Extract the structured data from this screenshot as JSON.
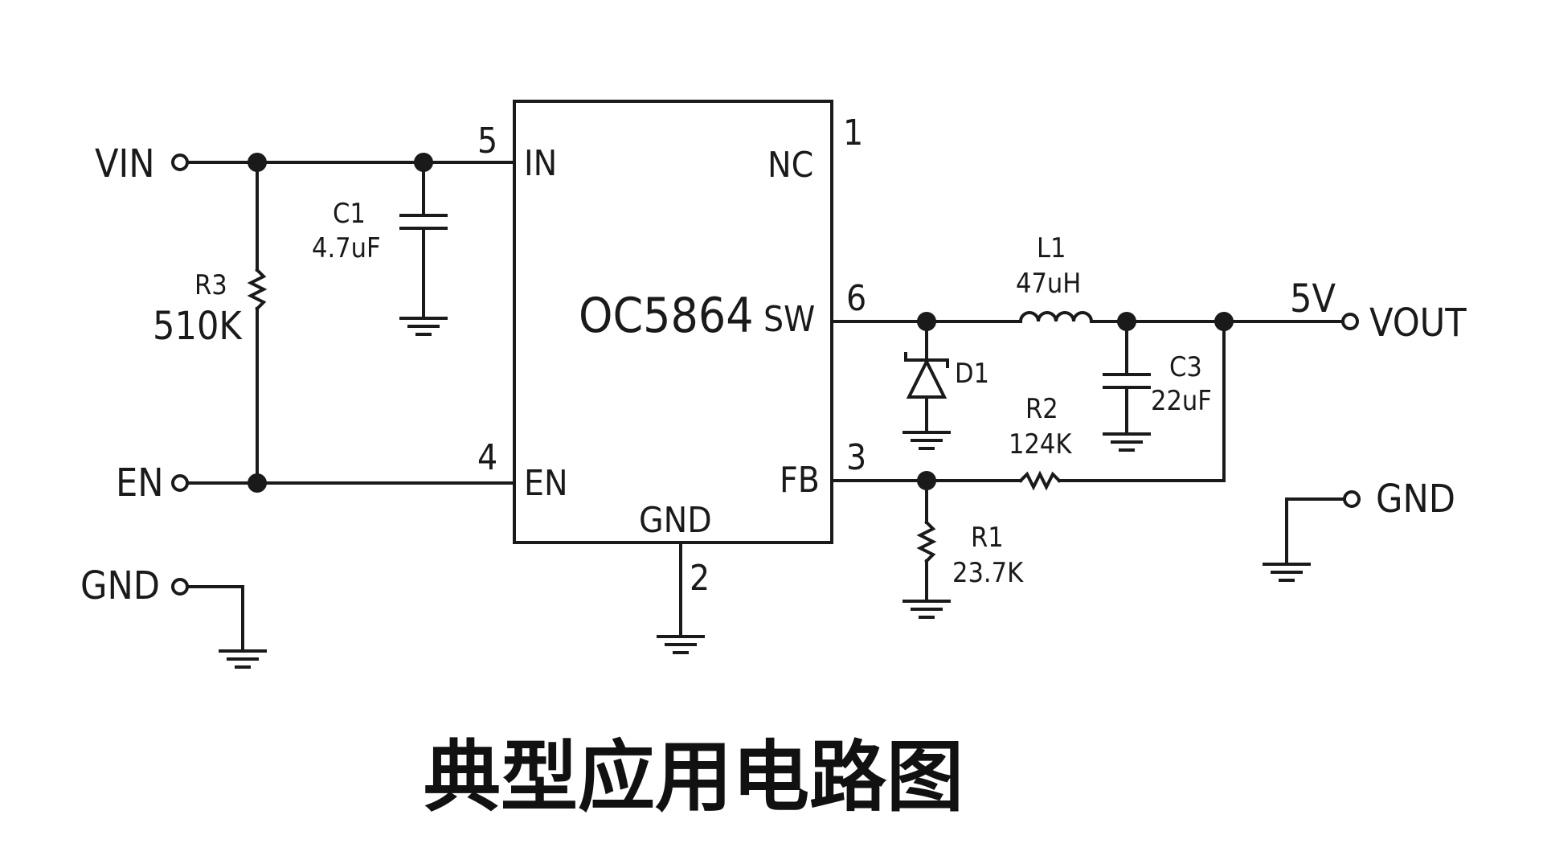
{
  "title": "典型应用电路图",
  "colors": {
    "ink": "#1a1a1a",
    "background": "#ffffff"
  },
  "ic": {
    "name": "OC5864",
    "pins": {
      "in": {
        "label": "IN",
        "number": "5"
      },
      "nc": {
        "label": "NC",
        "number": "1"
      },
      "sw": {
        "label": "SW",
        "number": "6"
      },
      "en": {
        "label": "EN",
        "number": "4"
      },
      "fb": {
        "label": "FB",
        "number": "3"
      },
      "gnd": {
        "label": "GND",
        "number": "2"
      }
    }
  },
  "terminals": {
    "vin": "VIN",
    "en": "EN",
    "gnd_left": "GND",
    "vout": "VOUT",
    "vout_value": "5V",
    "gnd_right": "GND"
  },
  "components": {
    "c1": {
      "ref": "C1",
      "value": "4.7uF"
    },
    "r3": {
      "ref": "R3",
      "value": "510K"
    },
    "l1": {
      "ref": "L1",
      "value": "47uH"
    },
    "d1": {
      "ref": "D1"
    },
    "c3": {
      "ref": "C3",
      "value": "22uF"
    },
    "r2": {
      "ref": "R2",
      "value": "124K"
    },
    "r1": {
      "ref": "R1",
      "value": "23.7K"
    }
  }
}
